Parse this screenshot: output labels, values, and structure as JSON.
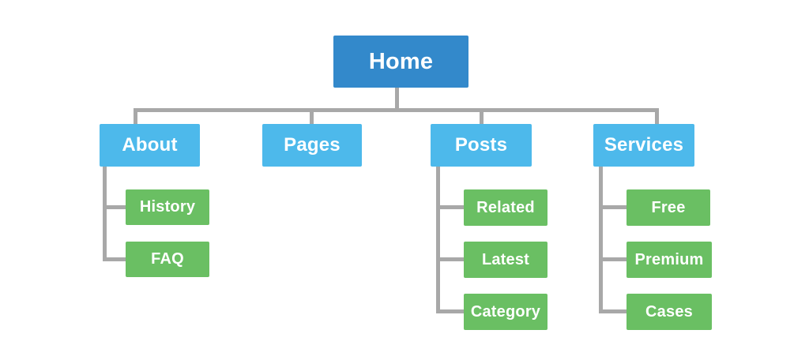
{
  "sitemap": {
    "root": {
      "label": "Home"
    },
    "branches": [
      {
        "label": "About",
        "children": [
          {
            "label": "History"
          },
          {
            "label": "FAQ"
          }
        ]
      },
      {
        "label": "Pages",
        "children": []
      },
      {
        "label": "Posts",
        "children": [
          {
            "label": "Related"
          },
          {
            "label": "Latest"
          },
          {
            "label": "Category"
          }
        ]
      },
      {
        "label": "Services",
        "children": [
          {
            "label": "Free"
          },
          {
            "label": "Premium"
          },
          {
            "label": "Cases"
          }
        ]
      }
    ],
    "colors": {
      "root_box": "#3389cb",
      "branch_box": "#4db9eb",
      "leaf_box": "#6abf63",
      "connector": "#a8a8a8",
      "label_text": "#ffffff",
      "background": "#ffffff"
    }
  }
}
